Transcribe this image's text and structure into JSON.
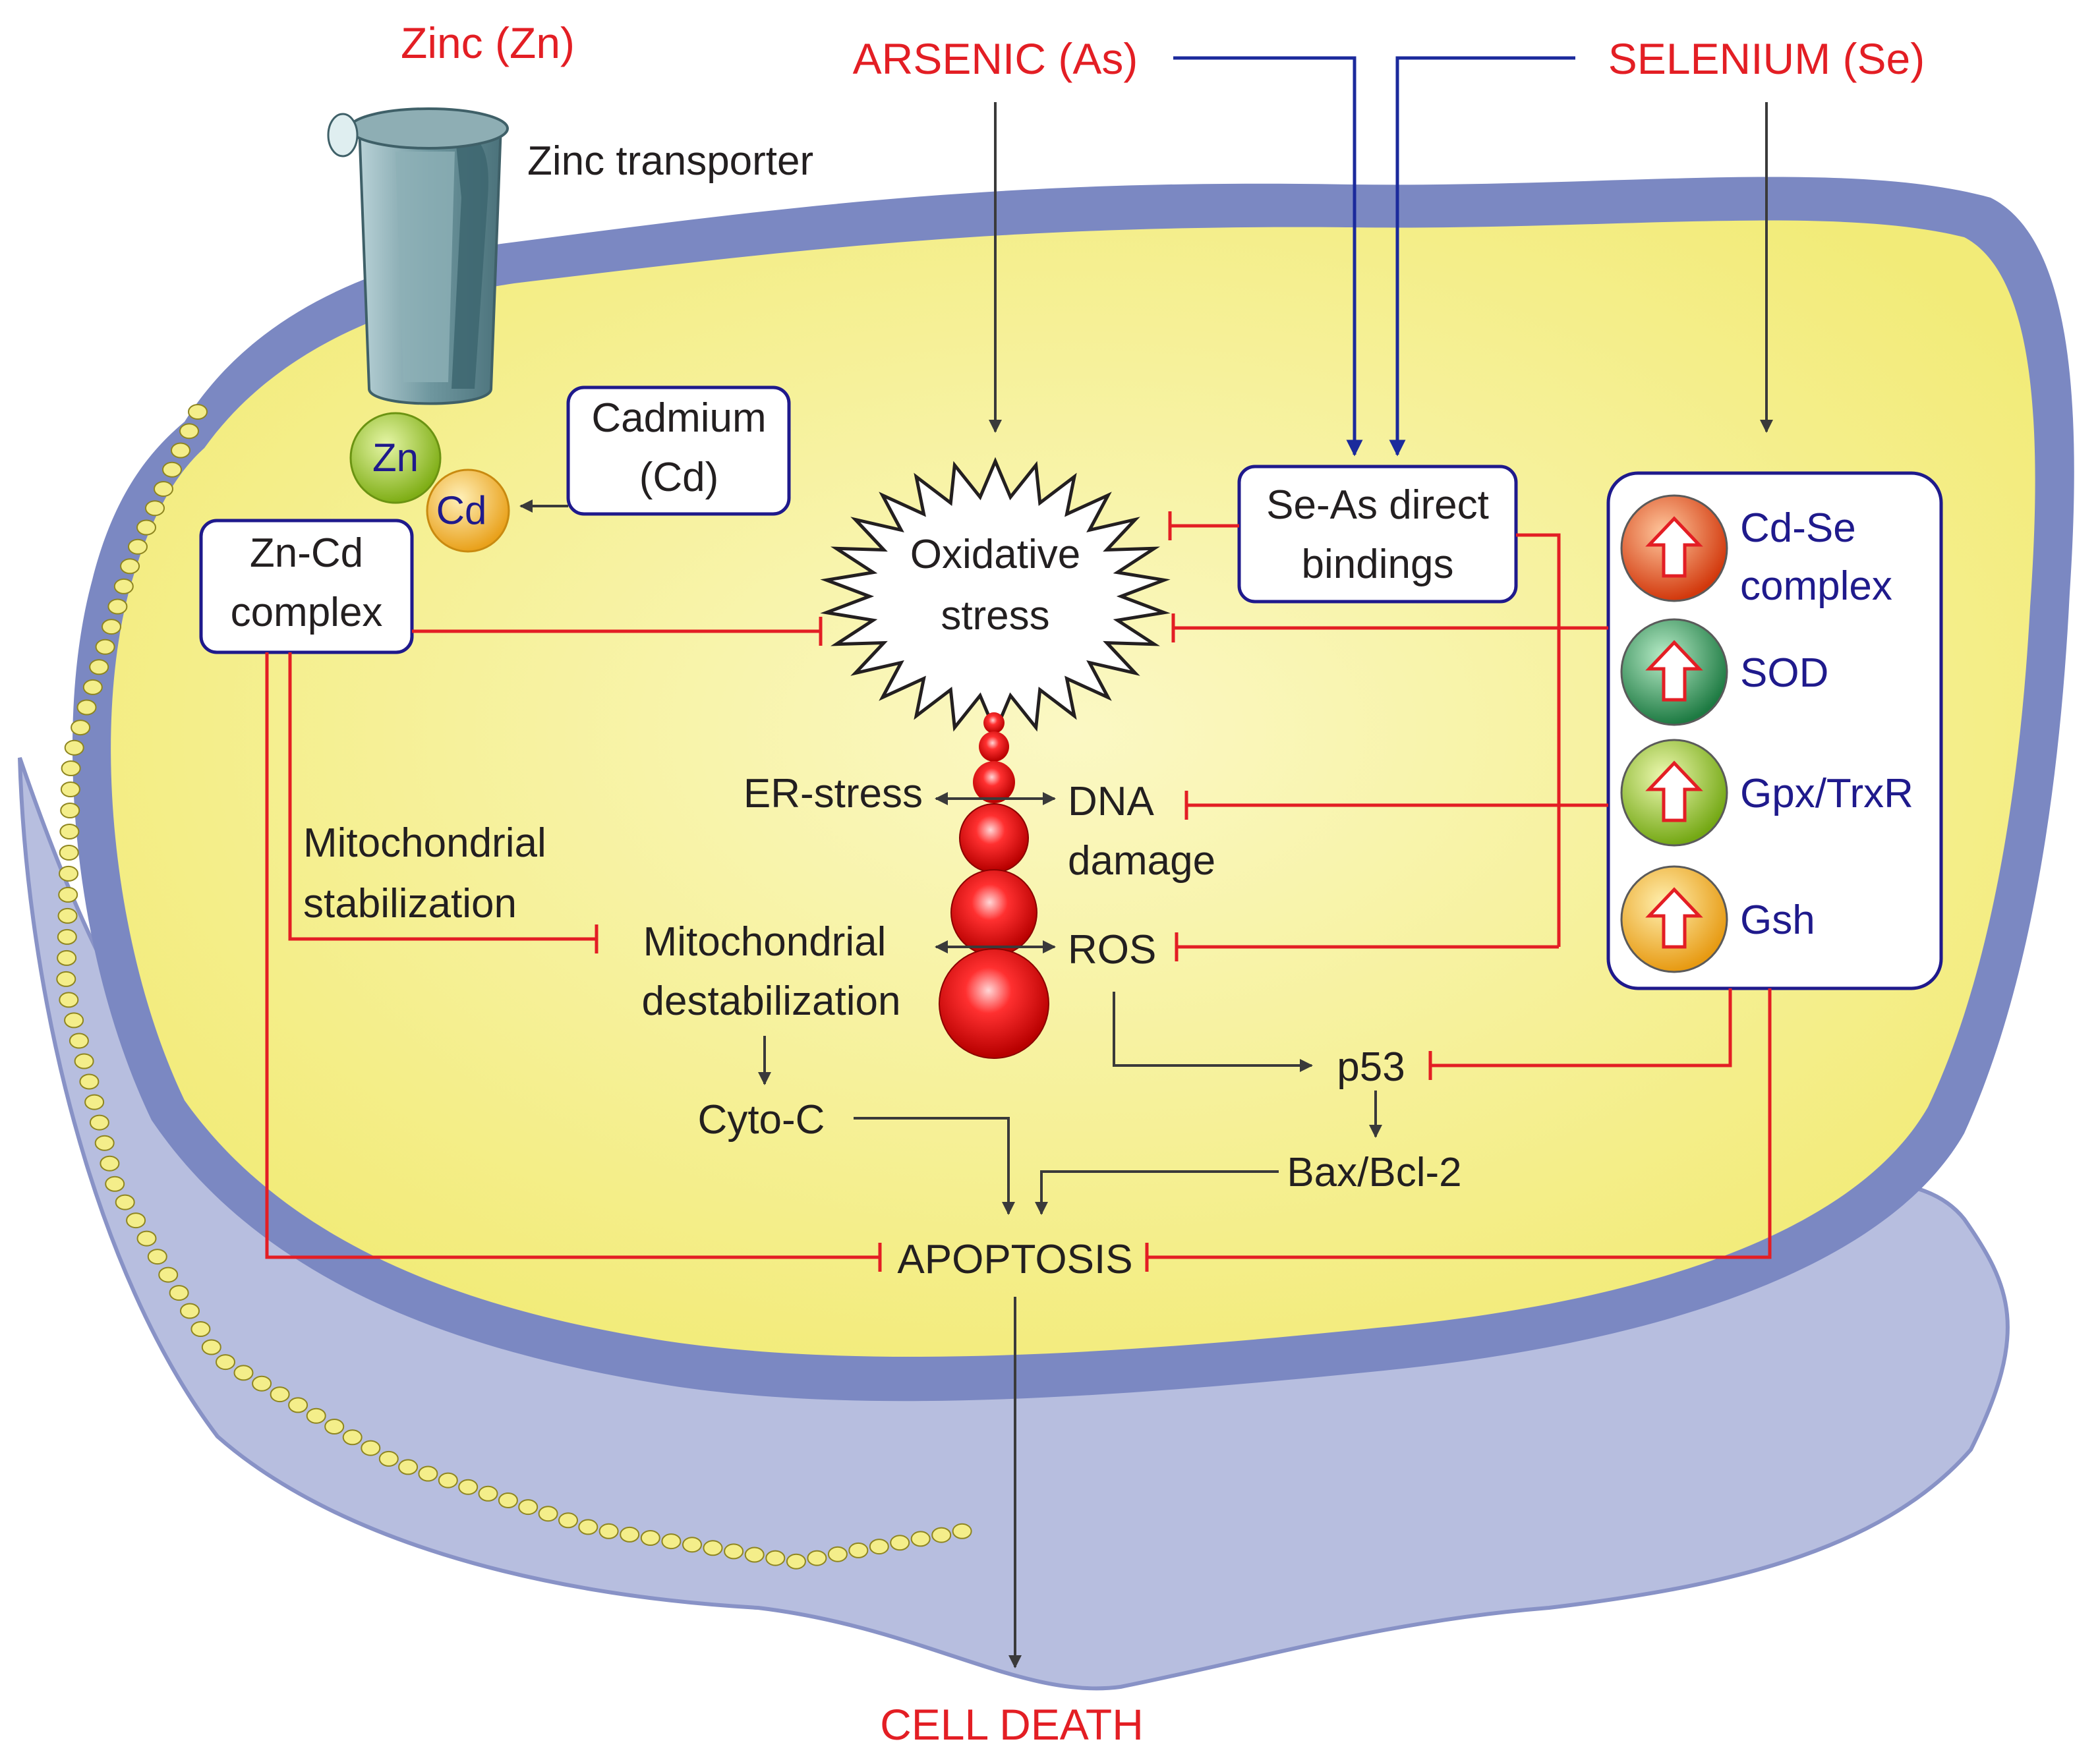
{
  "inputs": {
    "zinc": "Zinc (Zn)",
    "arsenic": "ARSENIC (As)",
    "selenium": "SELENIUM (Se)"
  },
  "membrane": {
    "transporter": "Zinc transporter",
    "zn_ball": "Zn",
    "cd_ball": "Cd"
  },
  "boxes": {
    "cadmium": [
      "Cadmium",
      "(Cd)"
    ],
    "zn_cd_complex": [
      "Zn-Cd",
      "complex"
    ],
    "se_as_bindings": [
      "Se-As direct",
      "bindings"
    ]
  },
  "oxidative_stress": [
    "Oxidative",
    "stress"
  ],
  "selenium_effects": [
    {
      "label": [
        "Cd-Se",
        "complex"
      ],
      "color": "#e8541c"
    },
    {
      "label": [
        "SOD"
      ],
      "color": "#2e8b57"
    },
    {
      "label": [
        "Gpx/TrxR"
      ],
      "color": "#8cbf26"
    },
    {
      "label": [
        "Gsh"
      ],
      "color": "#f2a81d"
    }
  ],
  "pathway": {
    "er_stress": "ER-stress",
    "dna_damage": [
      "DNA",
      "damage"
    ],
    "mito_stabilization": [
      "Mitochondrial",
      "stabilization"
    ],
    "mito_destabilization": [
      "Mitochondrial",
      "destabilization"
    ],
    "ros": "ROS",
    "cyto_c": "Cyto-C",
    "p53": "p53",
    "bax": "Bax/Bcl-2",
    "apoptosis": "APOPTOSIS",
    "cell_death": "CELL DEATH"
  },
  "colors": {
    "inhibition": "#e31e24",
    "se_as_link": "#1b2a9c",
    "activation": "#3a3a3a",
    "cytoplasm": "#f7f29a",
    "membrane": "#7b88c2"
  }
}
